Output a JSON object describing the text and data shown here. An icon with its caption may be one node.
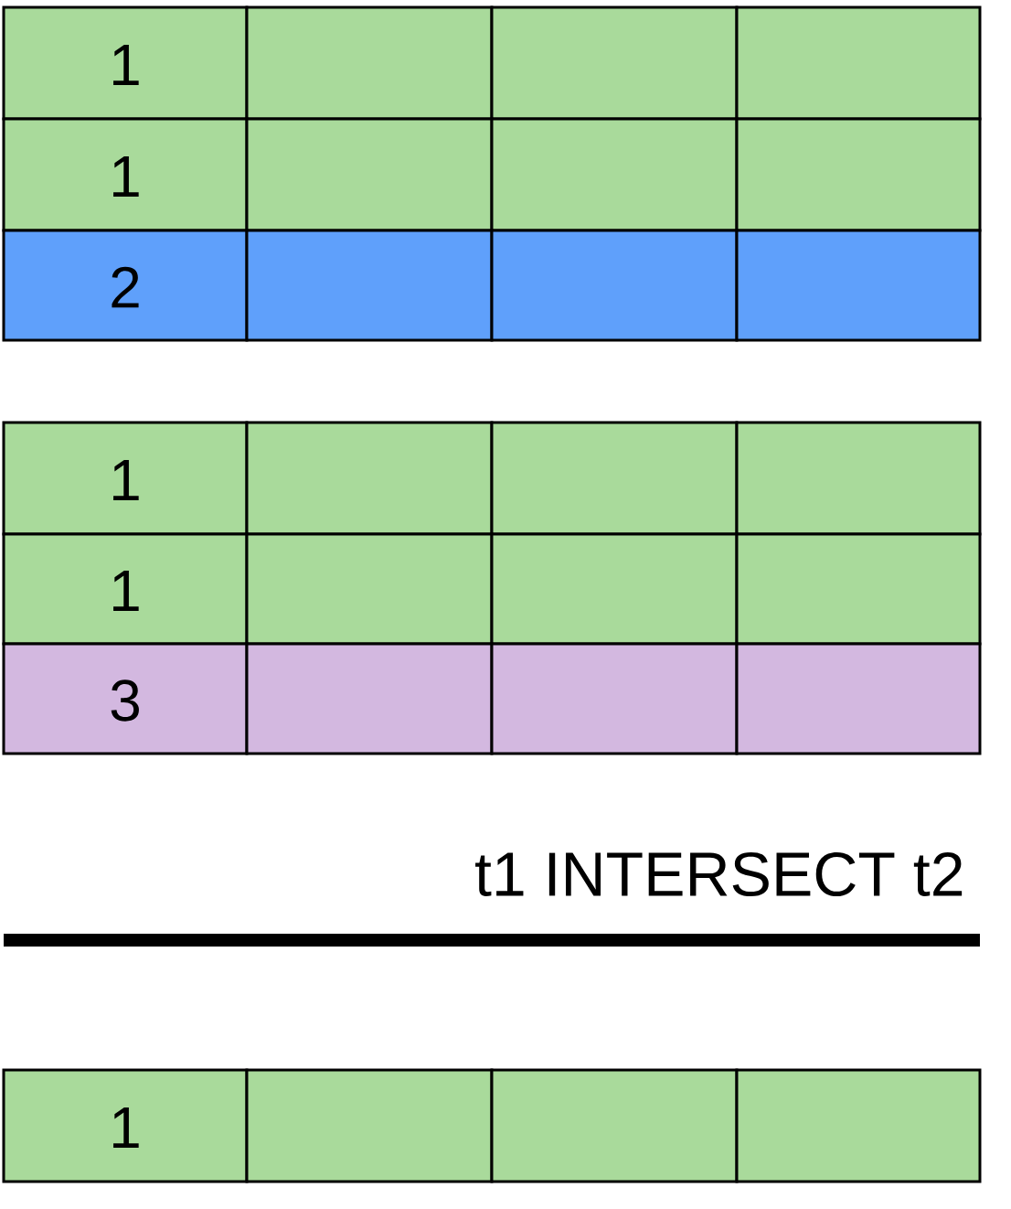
{
  "diagram": {
    "labels": [
      "1",
      "1",
      "2",
      "1",
      "1",
      "3",
      "t1 INTERSECT t2",
      "1"
    ]
  }
}
